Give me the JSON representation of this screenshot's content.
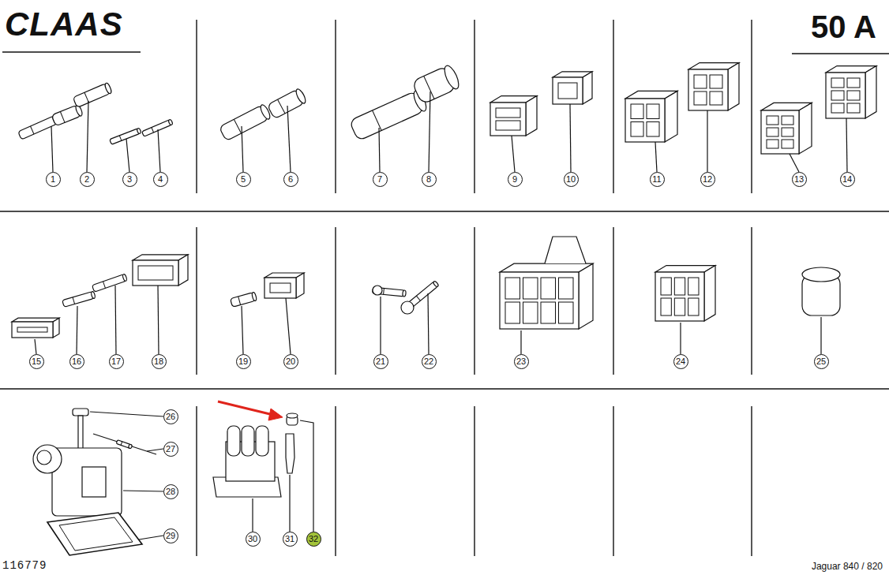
{
  "diagram": {
    "nodes": [
      {
        "text": [
          "1"
        ]
      },
      {
        "text": [
          "2"
        ]
      },
      {
        "text": [
          "3"
        ]
      },
      {
        "text": [
          "4"
        ]
      },
      {
        "text": [
          "5"
        ]
      },
      {
        "text": [
          "6"
        ]
      },
      {
        "text": [
          "7"
        ]
      },
      {
        "text": [
          "8"
        ]
      },
      {
        "text": [
          "9"
        ]
      },
      {
        "text": [
          "10"
        ]
      },
      {
        "text": [
          "11"
        ]
      },
      {
        "text": [
          "12"
        ]
      },
      {
        "text": [
          "13"
        ]
      },
      {
        "text": [
          "14"
        ]
      },
      {
        "text": [
          "15"
        ]
      },
      {
        "text": [
          "16"
        ]
      },
      {
        "text": [
          "17"
        ]
      },
      {
        "text": [
          "18"
        ]
      },
      {
        "text": [
          "19"
        ]
      },
      {
        "text": [
          "20"
        ]
      },
      {
        "text": [
          "21"
        ]
      },
      {
        "text": [
          "22"
        ]
      },
      {
        "text": [
          "23"
        ]
      },
      {
        "text": [
          "24"
        ]
      },
      {
        "text": [
          "25"
        ]
      },
      {
        "text": [
          "26"
        ]
      },
      {
        "text": [
          "27"
        ]
      },
      {
        "text": [
          "28"
        ]
      },
      {
        "text": [
          "29"
        ]
      },
      {
        "text": [
          "30"
        ]
      },
      {
        "text": [
          "31"
        ]
      },
      {
        "text": [
          "32"
        ]
      }
    ],
    "labels": [
      "CLAAS",
      "50 A",
      "116779",
      "Jaguar 840 / 820"
    ]
  }
}
